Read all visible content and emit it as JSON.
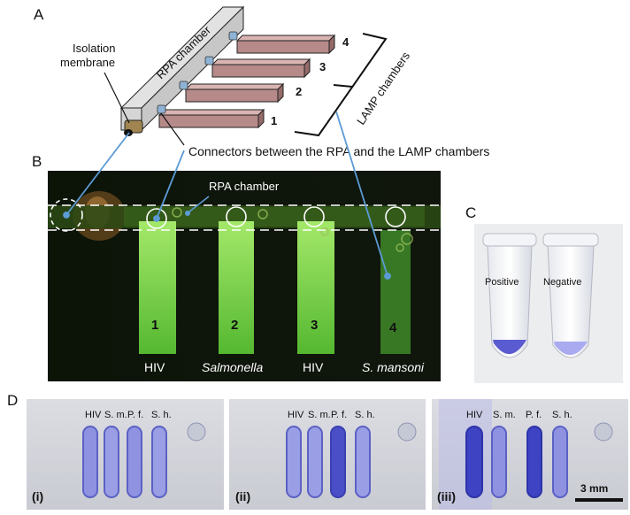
{
  "panels": {
    "A": {
      "letter": "A",
      "rpa_chamber_label": "RPA chamber",
      "isolation_membrane_label_1": "Isolation",
      "isolation_membrane_label_2": "membrane",
      "lamp_chambers_label": "LAMP chambers",
      "chamber_numbers": [
        "1",
        "2",
        "3",
        "4"
      ],
      "connectors_label": "Connectors between the RPA and the LAMP chambers"
    },
    "B": {
      "letter": "B",
      "rpa_chamber_label": "RPA chamber",
      "lanes": [
        {
          "number": "1",
          "target": "HIV"
        },
        {
          "number": "2",
          "target": "Salmonella"
        },
        {
          "number": "3",
          "target": "HIV"
        },
        {
          "number": "4",
          "target": "S. mansoni"
        }
      ]
    },
    "C": {
      "letter": "C",
      "tube_labels": [
        "Positive",
        "Negative"
      ]
    },
    "D": {
      "letter": "D",
      "column_labels": [
        "HIV",
        "S. m.",
        "P. f.",
        "S. h."
      ],
      "subpanels": [
        "(i)",
        "(ii)",
        "(iii)"
      ],
      "scale_bar": "3 mm"
    }
  },
  "colors": {
    "chamber_box": "#c9c9c9",
    "lamp_chamber": "#b58a88",
    "connector_blue": "#8fb3d6",
    "fluorescent_green": "#7fd14a",
    "pointer_line": "#5b9bd5",
    "tube_blue": "#5a5bd0"
  }
}
